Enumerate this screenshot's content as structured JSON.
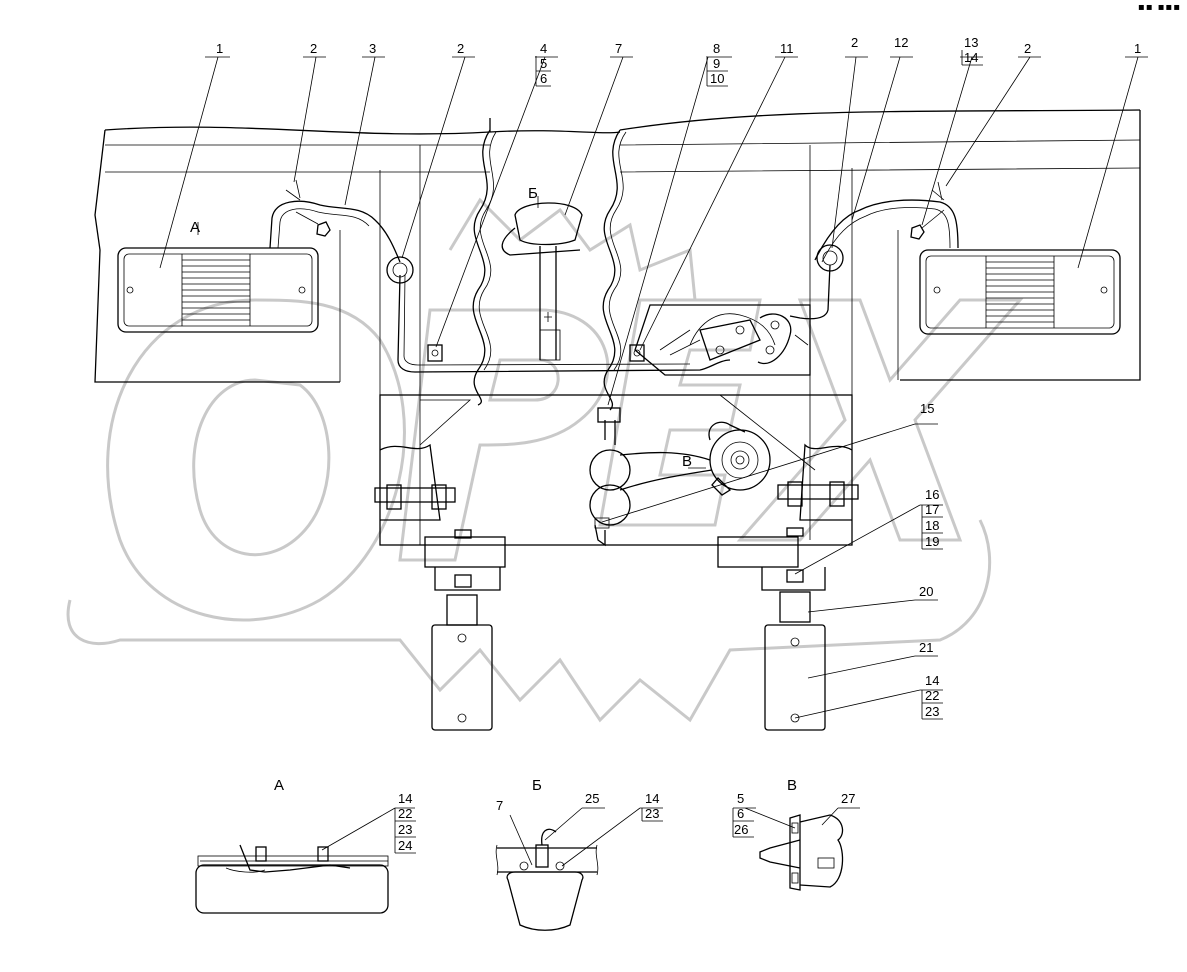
{
  "corner_mark": "▪▪ ▪▪▪",
  "views": {
    "a": "А",
    "b": "Б",
    "v": "В"
  },
  "callouts": {
    "c1": "1",
    "c2": "2",
    "c3": "3",
    "c4": "4",
    "c5": "5",
    "c6": "6",
    "c7": "7",
    "c8": "8",
    "c9": "9",
    "c10": "10",
    "c11": "11",
    "c12": "12",
    "c13": "13",
    "c14": "14",
    "c15": "15",
    "c16": "16",
    "c17": "17",
    "c18": "18",
    "c19": "19",
    "c20": "20",
    "c21": "21",
    "c22": "22",
    "c23": "23",
    "c24": "24",
    "c25": "25",
    "c26": "26",
    "c27": "27"
  },
  "watermark": "OPEX",
  "colors": {
    "line": "#000000",
    "watermark": "#c9c9c9",
    "background": "#ffffff"
  }
}
